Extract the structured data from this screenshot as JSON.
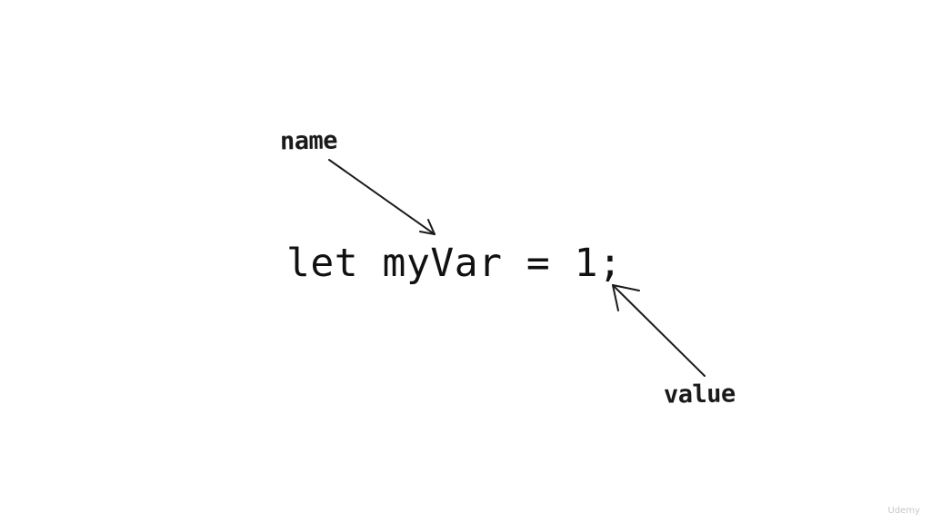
{
  "code": {
    "text": "let myVar = 1;"
  },
  "annotations": {
    "name_label": "name",
    "value_label": "value"
  },
  "watermark": {
    "text": "Udemy"
  },
  "colors": {
    "background": "#ffffff",
    "ink": "#111111"
  }
}
